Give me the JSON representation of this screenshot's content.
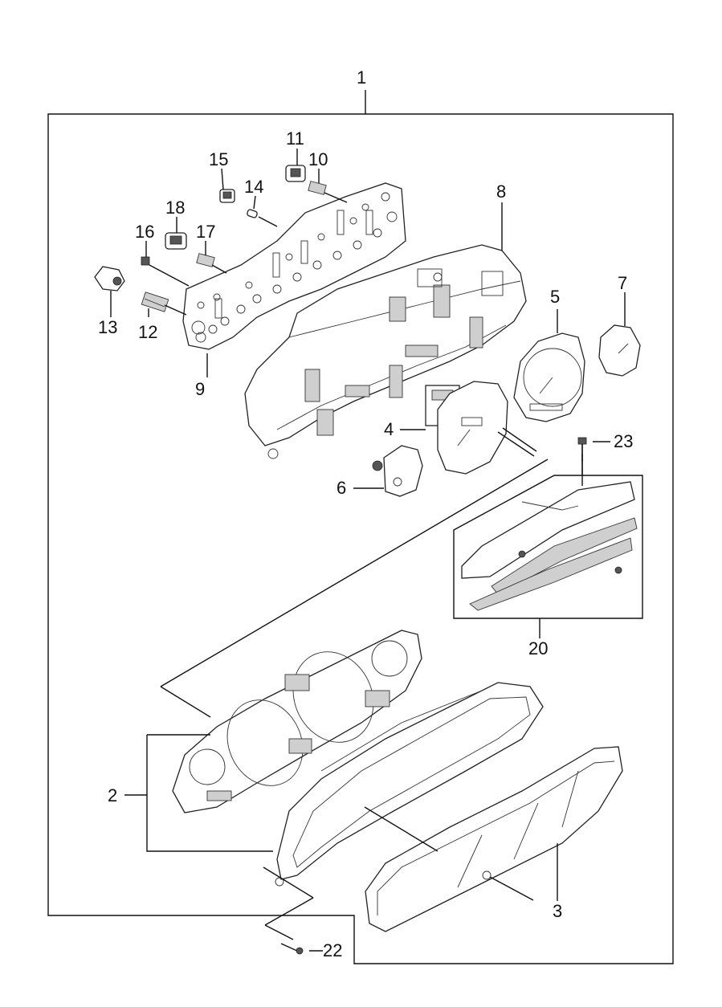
{
  "callouts": {
    "c1": "1",
    "c2": "2",
    "c3": "3",
    "c4": "4",
    "c5": "5",
    "c6": "6",
    "c7": "7",
    "c8": "8",
    "c9": "9",
    "c10": "10",
    "c11": "11",
    "c12": "12",
    "c13": "13",
    "c14": "14",
    "c15": "15",
    "c16": "16",
    "c17": "17",
    "c18": "18",
    "c20": "20",
    "c22": "22",
    "c23": "23"
  },
  "colors": {
    "line": "#111111",
    "background": "#ffffff",
    "shade": "#cfcfcf"
  }
}
